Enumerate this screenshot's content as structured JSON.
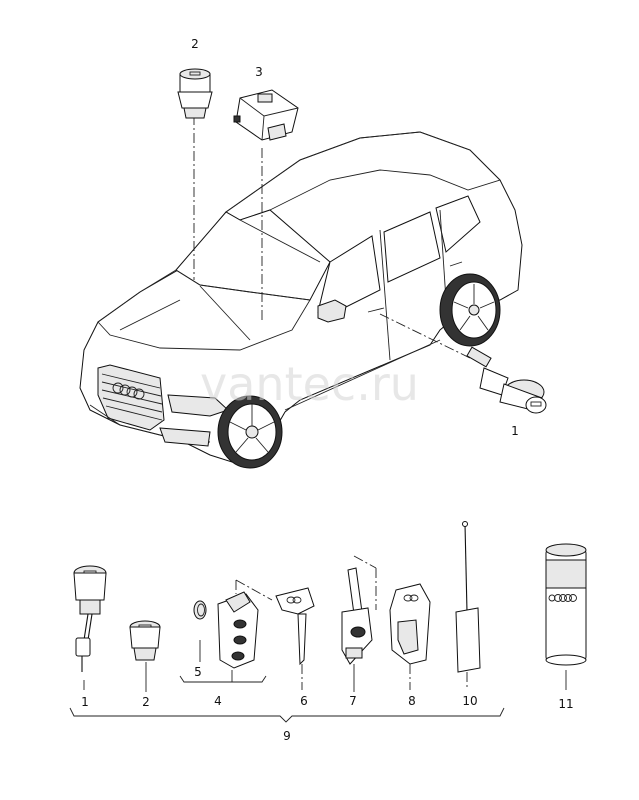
{
  "watermark": "vantec.ru",
  "callouts": {
    "c1_car": "1",
    "c2_top": "2",
    "c3_top": "3",
    "c1": "1",
    "c2": "2",
    "c4": "4",
    "c5": "5",
    "c6": "6",
    "c7": "7",
    "c8": "8",
    "c9": "9",
    "c10": "10",
    "c11": "11"
  },
  "icons": {
    "brand": "four-rings-logo"
  }
}
